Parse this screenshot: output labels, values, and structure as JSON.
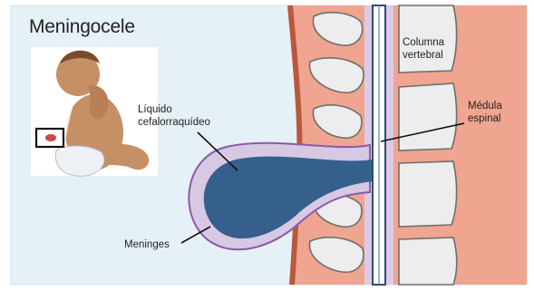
{
  "title": "Meningocele",
  "labels": {
    "csf": "Líquido\ncefalorraquídeo",
    "meninges": "Meninges",
    "spinal_column": "Columna\nvertebral",
    "spinal_cord": "Médula\nespinal"
  },
  "colors": {
    "background": "#e6f0f7",
    "skin": "#efa58f",
    "skin_edge": "#b9583d",
    "bone": "#ededed",
    "meninges": "#d7c8e3",
    "csf": "#34608b",
    "highlight_box": "#111111",
    "lesion": "#c9474a"
  },
  "icons": [
    "baby-illustration",
    "highlight-box",
    "vertebra-bone-shapes",
    "spinal-cord"
  ]
}
